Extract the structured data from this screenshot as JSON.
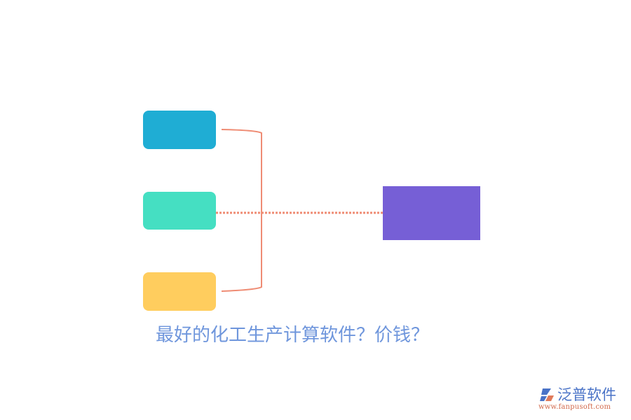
{
  "diagram": {
    "title": "最好的化工生产计算软件？价钱？",
    "nodes": [
      {
        "id": "node-top",
        "label": "",
        "color": "#1fadd4"
      },
      {
        "id": "node-middle",
        "label": "",
        "color": "#45dfc2"
      },
      {
        "id": "node-bottom",
        "label": "",
        "color": "#ffcd5e"
      },
      {
        "id": "node-target",
        "label": "",
        "color": "#765fd6"
      }
    ],
    "connector_color": "#ef8c74"
  },
  "logo": {
    "name": "泛普软件",
    "url": "www.fanpusoft.com",
    "icon": "fanpu-logo-icon"
  }
}
